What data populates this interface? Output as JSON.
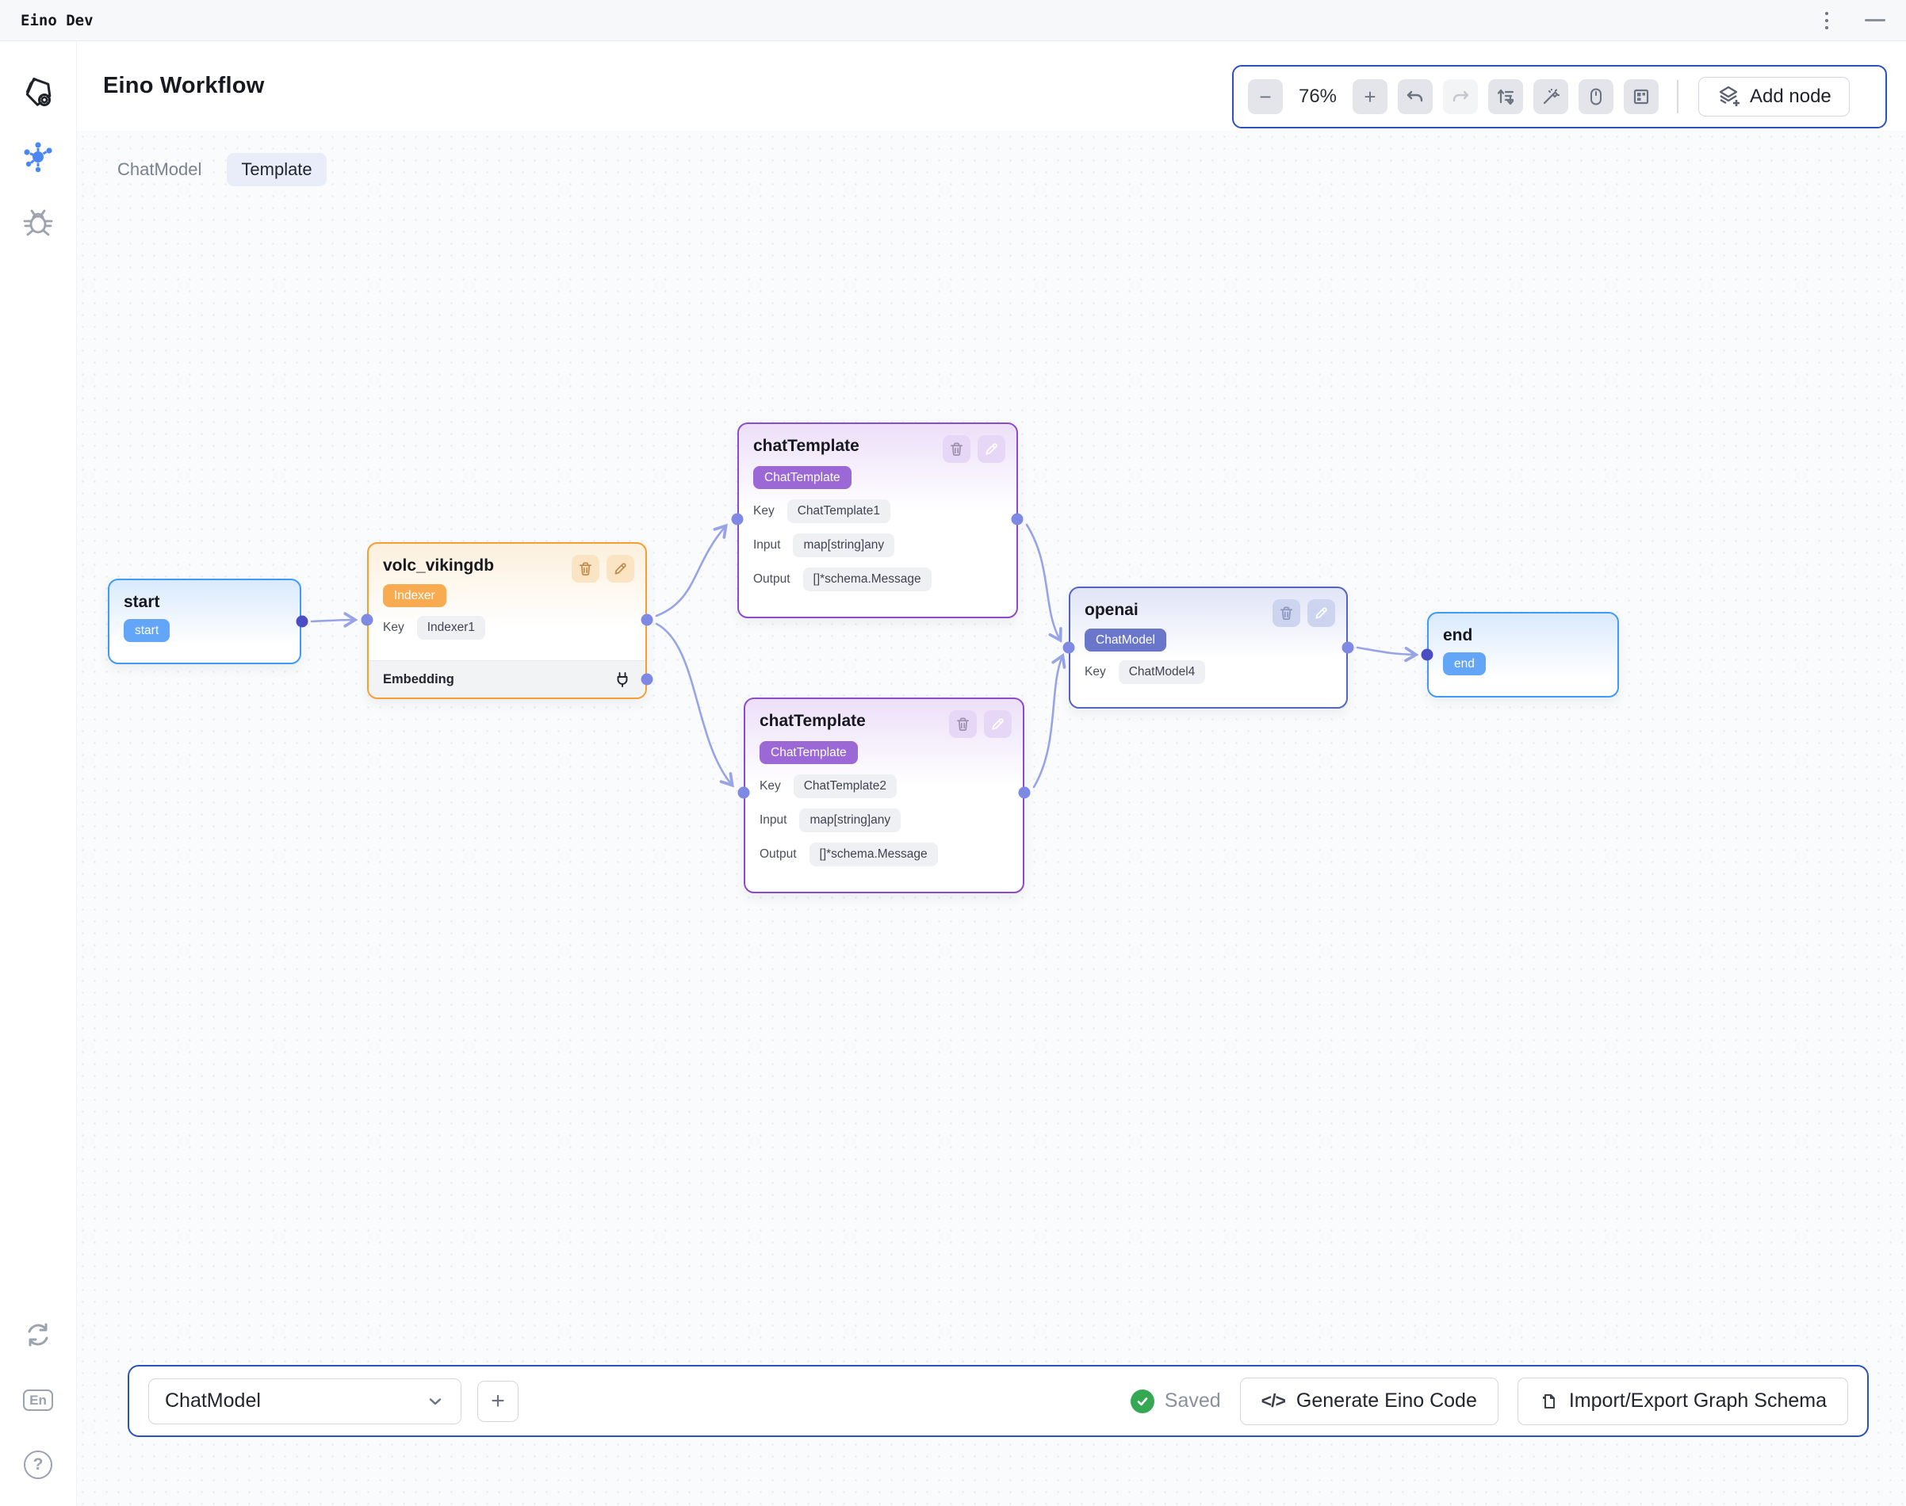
{
  "window": {
    "title": "Eino Dev"
  },
  "sidebar": {
    "lang_label": "En",
    "help_label": "?"
  },
  "header": {
    "title": "Eino Workflow"
  },
  "tabs": {
    "chatmodel": "ChatModel",
    "template": "Template"
  },
  "toolbar": {
    "zoom_out": "−",
    "zoom_level": "76%",
    "zoom_in": "+",
    "add_node_label": "Add node"
  },
  "nodes": {
    "start": {
      "title": "start",
      "badge": "start"
    },
    "volc": {
      "title": "volc_vikingdb",
      "badge": "Indexer",
      "key_label": "Key",
      "key_value": "Indexer1",
      "section_label": "Embedding"
    },
    "template1": {
      "title": "chatTemplate",
      "badge": "ChatTemplate",
      "key_label": "Key",
      "key_value": "ChatTemplate1",
      "input_label": "Input",
      "input_value": "map[string]any",
      "output_label": "Output",
      "output_value": "[]*schema.Message"
    },
    "template2": {
      "title": "chatTemplate",
      "badge": "ChatTemplate",
      "key_label": "Key",
      "key_value": "ChatTemplate2",
      "input_label": "Input",
      "input_value": "map[string]any",
      "output_label": "Output",
      "output_value": "[]*schema.Message"
    },
    "openai": {
      "title": "openai",
      "badge": "ChatModel",
      "key_label": "Key",
      "key_value": "ChatModel4"
    },
    "end": {
      "title": "end",
      "badge": "end"
    }
  },
  "bottom_bar": {
    "selector_value": "ChatModel",
    "add_tab": "+",
    "saved_label": "Saved",
    "generate_code_icon": "</>",
    "generate_code_label": "Generate Eino Code",
    "import_export_label": "Import/Export Graph Schema"
  },
  "colors": {
    "frame_accent_blue": "#2B52BE",
    "start_end_blue": "#3F9BF5",
    "indexer_orange": "#F79E33",
    "template_purple": "#8C4CC9",
    "chatmodel_indigo": "#5266C1",
    "edge": "#98A4E6",
    "port": "#7D89E2",
    "port_dark": "#4A4DC3",
    "saved_green": "#34A853"
  }
}
